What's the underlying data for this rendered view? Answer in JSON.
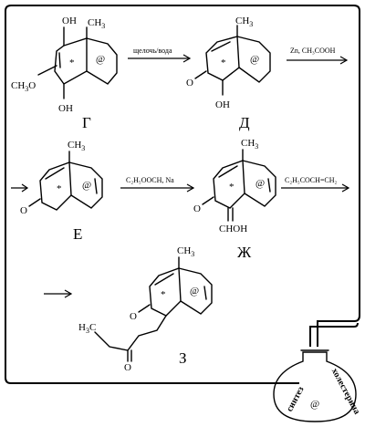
{
  "compounds": {
    "G": {
      "letter": "Г",
      "labels": {
        "oh_top": "OH",
        "ch3": "CH",
        "ch3_sub": "3",
        "ch3o": "CH",
        "ch3o_sub": "3",
        "ch3o_o": "O",
        "oh_bottom": "OH",
        "star": "*",
        "at": "@"
      }
    },
    "D": {
      "letter": "Д",
      "labels": {
        "ch3": "CH",
        "ch3_sub": "3",
        "o": "O",
        "oh": "OH",
        "star": "*",
        "at": "@"
      }
    },
    "E": {
      "letter": "Е",
      "labels": {
        "ch3": "CH",
        "ch3_sub": "3",
        "o": "O",
        "star": "*",
        "at": "@"
      }
    },
    "Zh": {
      "letter": "Ж",
      "labels": {
        "ch3": "CH",
        "ch3_sub": "3",
        "o": "O",
        "choh": "CHOH",
        "star": "*",
        "at": "@"
      }
    },
    "Z": {
      "letter": "З",
      "labels": {
        "ch3": "CH",
        "ch3_sub": "3",
        "o_ring": "O",
        "h3c": "H",
        "h3c_sub": "3",
        "h3c_c": "C",
        "o_chain": "O",
        "star": "*",
        "at": "@"
      }
    }
  },
  "reagents": {
    "r1": "щелочь/вода",
    "r2": "Zn, CH₃COOH",
    "r3": "C₂H₅OOCH, Na",
    "r4": "C₂H₅COCH=CH₂"
  },
  "flask": {
    "word1": "синтез",
    "word2": "холестерина",
    "symbol": "@"
  },
  "colors": {
    "line": "#000000",
    "background": "#ffffff"
  }
}
